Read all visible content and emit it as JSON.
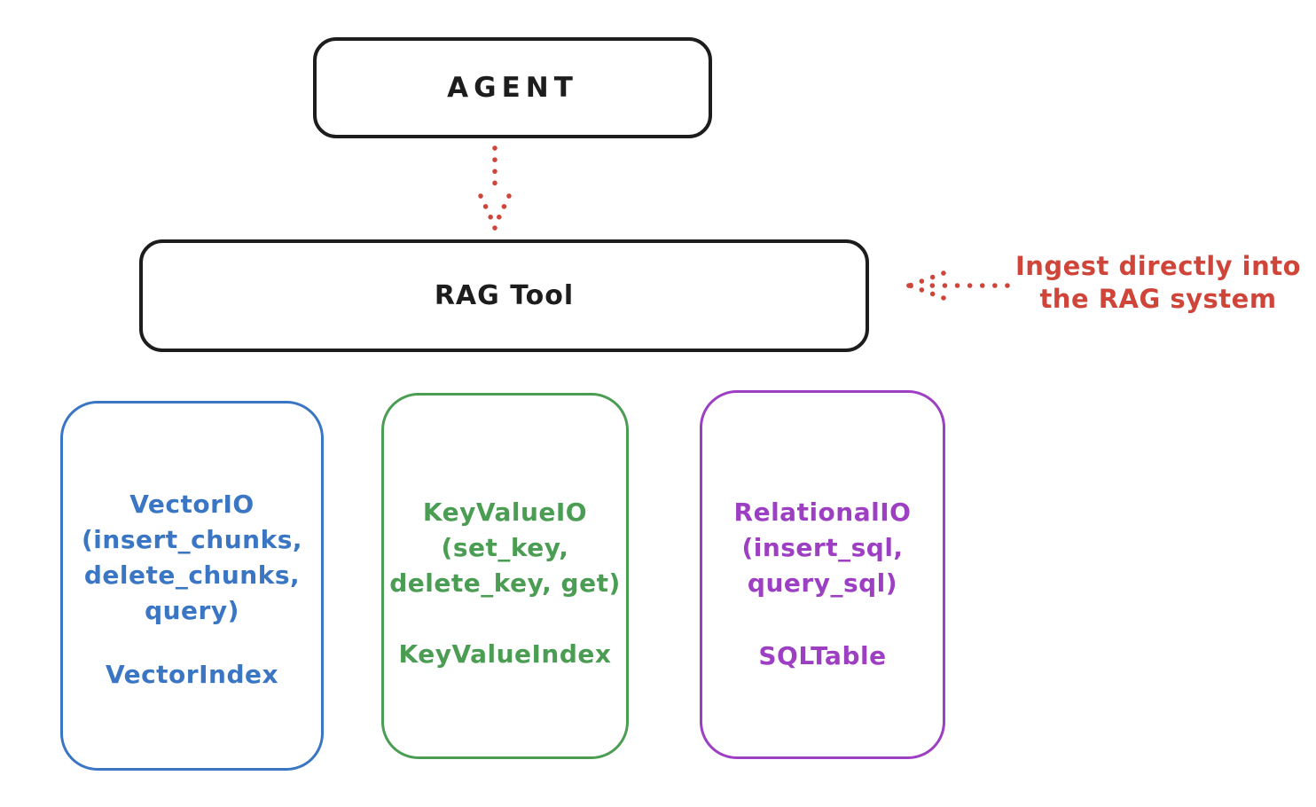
{
  "colors": {
    "black": "#1d1d1d",
    "red": "#d0453a",
    "blue": "#3a76c4",
    "green": "#4a9d52",
    "purple": "#9d3fc3"
  },
  "agent_box": {
    "label": "AGENT"
  },
  "rag_tool_box": {
    "label": "RAG Tool"
  },
  "annotation": {
    "line1": "Ingest directly into",
    "line2": "the RAG system"
  },
  "io_boxes": [
    {
      "id": "vector-io",
      "color": "#3a76c4",
      "lines": [
        "VectorIO",
        "(insert_chunks,",
        "delete_chunks,",
        "query)"
      ],
      "index_label": "VectorIndex"
    },
    {
      "id": "keyvalue-io",
      "color": "#4a9d52",
      "lines": [
        "KeyValueIO",
        "(set_key,",
        "delete_key, get)"
      ],
      "index_label": "KeyValueIndex"
    },
    {
      "id": "relational-io",
      "color": "#9d3fc3",
      "lines": [
        "RelationalIO",
        "(insert_sql,",
        "query_sql)"
      ],
      "index_label": "SQLTable"
    }
  ]
}
